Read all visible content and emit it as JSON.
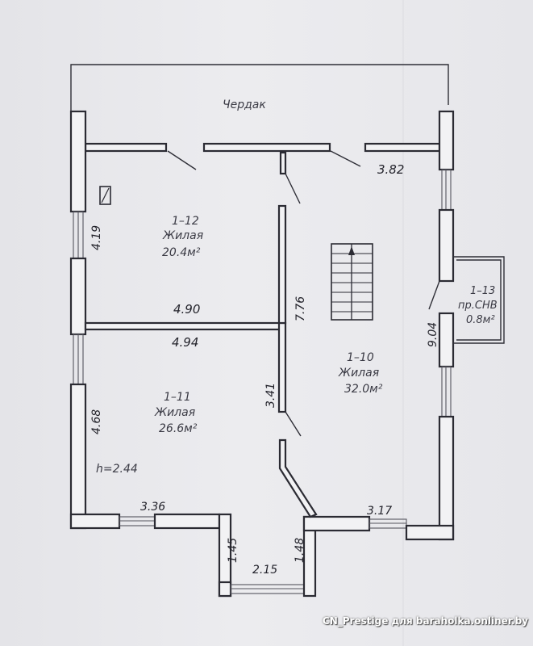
{
  "attic_label": "Чердак",
  "rooms": [
    {
      "id": "1–12",
      "type": "Жилая",
      "area": "20.4м²"
    },
    {
      "id": "1–11",
      "type": "Жилая",
      "area": "26.6м²"
    },
    {
      "id": "1–10",
      "type": "Жилая",
      "area": "32.0м²"
    },
    {
      "id": "1–13",
      "type": "пр.СНВ",
      "area": "0.8м²"
    }
  ],
  "dimensions": {
    "d_382": "3.82",
    "d_419": "4.19",
    "d_490": "4.90",
    "d_494": "4.94",
    "d_776": "7.76",
    "d_904": "9.04",
    "d_341": "3.41",
    "d_468": "4.68",
    "d_336": "3.36",
    "d_317": "3.17",
    "d_145": "1.45",
    "d_148": "1.48",
    "d_215": "2.15"
  },
  "ceiling_height": "h=2.44",
  "watermark": "CN_Prestige для baraholka.onliner.by",
  "colors": {
    "line": "#2b2b33",
    "paper": "#ececef"
  }
}
